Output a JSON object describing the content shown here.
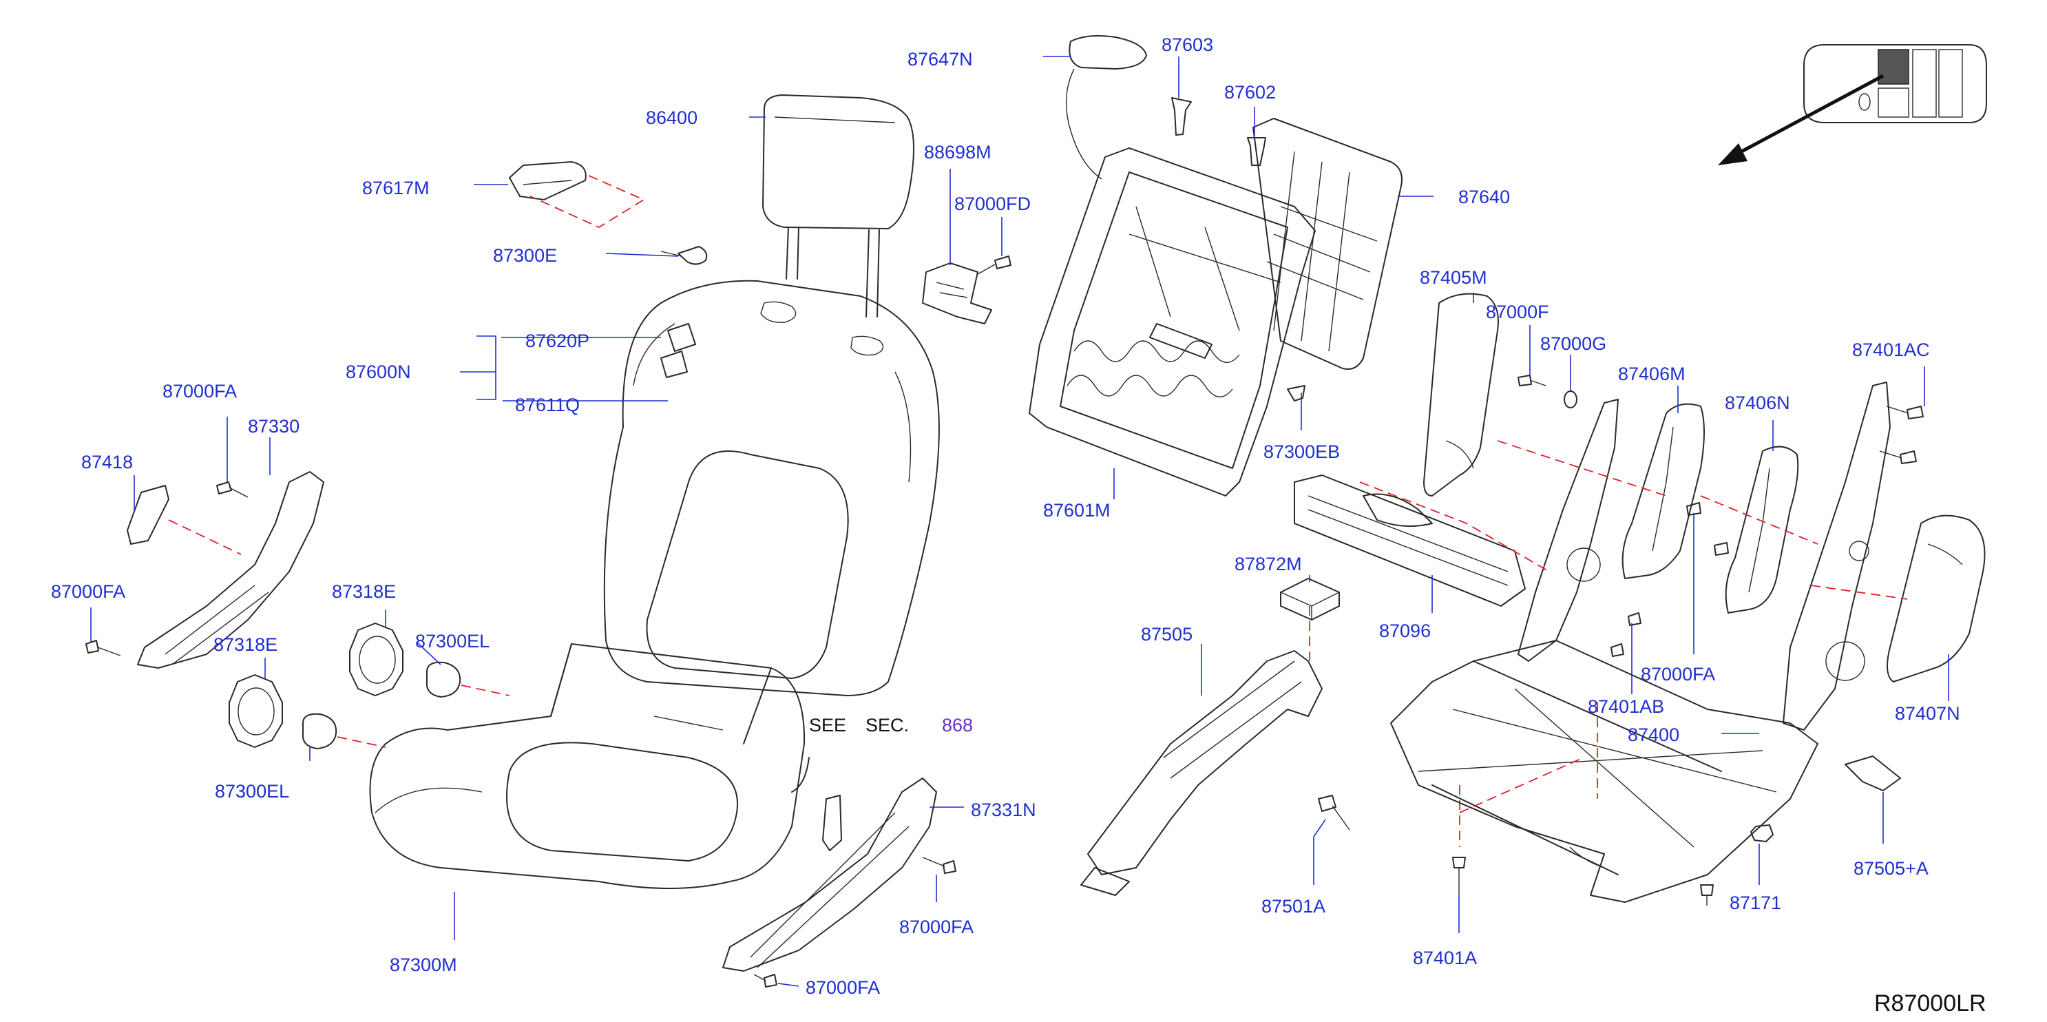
{
  "diagram_code": "R87000LR",
  "see_section": {
    "see": "SEE",
    "sec": "SEC.",
    "number": "868"
  },
  "labels": {
    "p87647N": "87647N",
    "p87603": "87603",
    "p87602": "87602",
    "p86400": "86400",
    "p88698M": "88698M",
    "p87617M": "87617M",
    "p87000FD": "87000FD",
    "p87640": "87640",
    "p87300E": "87300E",
    "p87405M": "87405M",
    "p87000F": "87000F",
    "p87000G": "87000G",
    "p87620P": "87620P",
    "p87600N": "87600N",
    "p87611Q": "87611Q",
    "p87406M": "87406M",
    "p87401AC": "87401AC",
    "p87406N": "87406N",
    "p87000FA_a": "87000FA",
    "p87330": "87330",
    "p87418": "87418",
    "p87300EB": "87300EB",
    "p87601M": "87601M",
    "p87872M": "87872M",
    "p87000FA_b": "87000FA",
    "p87096": "87096",
    "p87318E_a": "87318E",
    "p87300EL_a": "87300EL",
    "p87318E_b": "87318E",
    "p87505": "87505",
    "p87000FA_c": "87000FA",
    "p87401AB": "87401AB",
    "p87407N": "87407N",
    "p87400": "87400",
    "p87300EL_b": "87300EL",
    "p87331N": "87331N",
    "p87505A": "87505+A",
    "p87000FA_d": "87000FA",
    "p87501A": "87501A",
    "p87171": "87171",
    "p87300M": "87300M",
    "p87401A": "87401A",
    "p87000FA_e": "87000FA"
  }
}
